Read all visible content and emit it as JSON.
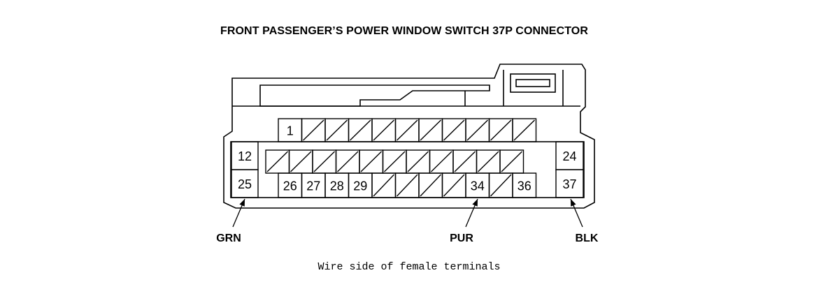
{
  "title": "FRONT PASSENGER’S POWER WINDOW SWITCH 37P CONNECTOR",
  "caption": "Wire side of female terminals",
  "pins": {
    "top_row": [
      {
        "label": "1"
      },
      {
        "label": ""
      },
      {
        "label": ""
      },
      {
        "label": ""
      },
      {
        "label": ""
      },
      {
        "label": ""
      },
      {
        "label": ""
      },
      {
        "label": ""
      },
      {
        "label": ""
      },
      {
        "label": ""
      },
      {
        "label": ""
      }
    ],
    "middle_row": [
      {
        "label": ""
      },
      {
        "label": ""
      },
      {
        "label": ""
      },
      {
        "label": ""
      },
      {
        "label": ""
      },
      {
        "label": ""
      },
      {
        "label": ""
      },
      {
        "label": ""
      },
      {
        "label": ""
      },
      {
        "label": ""
      },
      {
        "label": ""
      }
    ],
    "bottom_row": [
      {
        "label": "26"
      },
      {
        "label": "27"
      },
      {
        "label": "28"
      },
      {
        "label": "29"
      },
      {
        "label": ""
      },
      {
        "label": ""
      },
      {
        "label": ""
      },
      {
        "label": ""
      },
      {
        "label": "34"
      },
      {
        "label": ""
      },
      {
        "label": "36"
      }
    ],
    "left_column": [
      {
        "label": "12"
      },
      {
        "label": "25"
      }
    ],
    "right_column": [
      {
        "label": "24"
      },
      {
        "label": "37"
      }
    ]
  },
  "wires": [
    {
      "label": "GRN",
      "pin": "25"
    },
    {
      "label": "PUR",
      "pin": "34"
    },
    {
      "label": "BLK",
      "pin": "37"
    }
  ]
}
